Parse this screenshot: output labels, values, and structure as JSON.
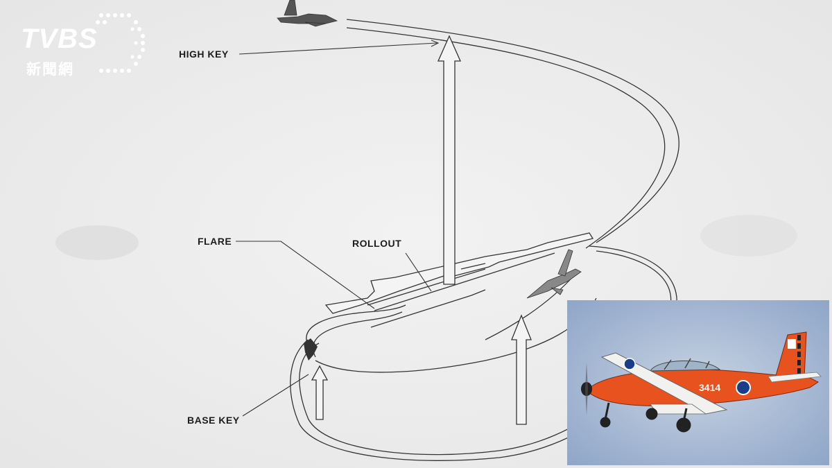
{
  "logo": {
    "brand": "TVBS",
    "subtitle": "新聞網",
    "name": "tvbs-news-logo"
  },
  "diagram": {
    "labels": {
      "high_key": "HIGH KEY",
      "flare": "FLARE",
      "rollout": "ROLLOUT",
      "base_key": "BASE KEY"
    }
  },
  "photo": {
    "tail_number": "3414",
    "colors": {
      "body": "#e8521f",
      "wing": "#f1f1ef",
      "sky": "#a9bcd6"
    }
  }
}
